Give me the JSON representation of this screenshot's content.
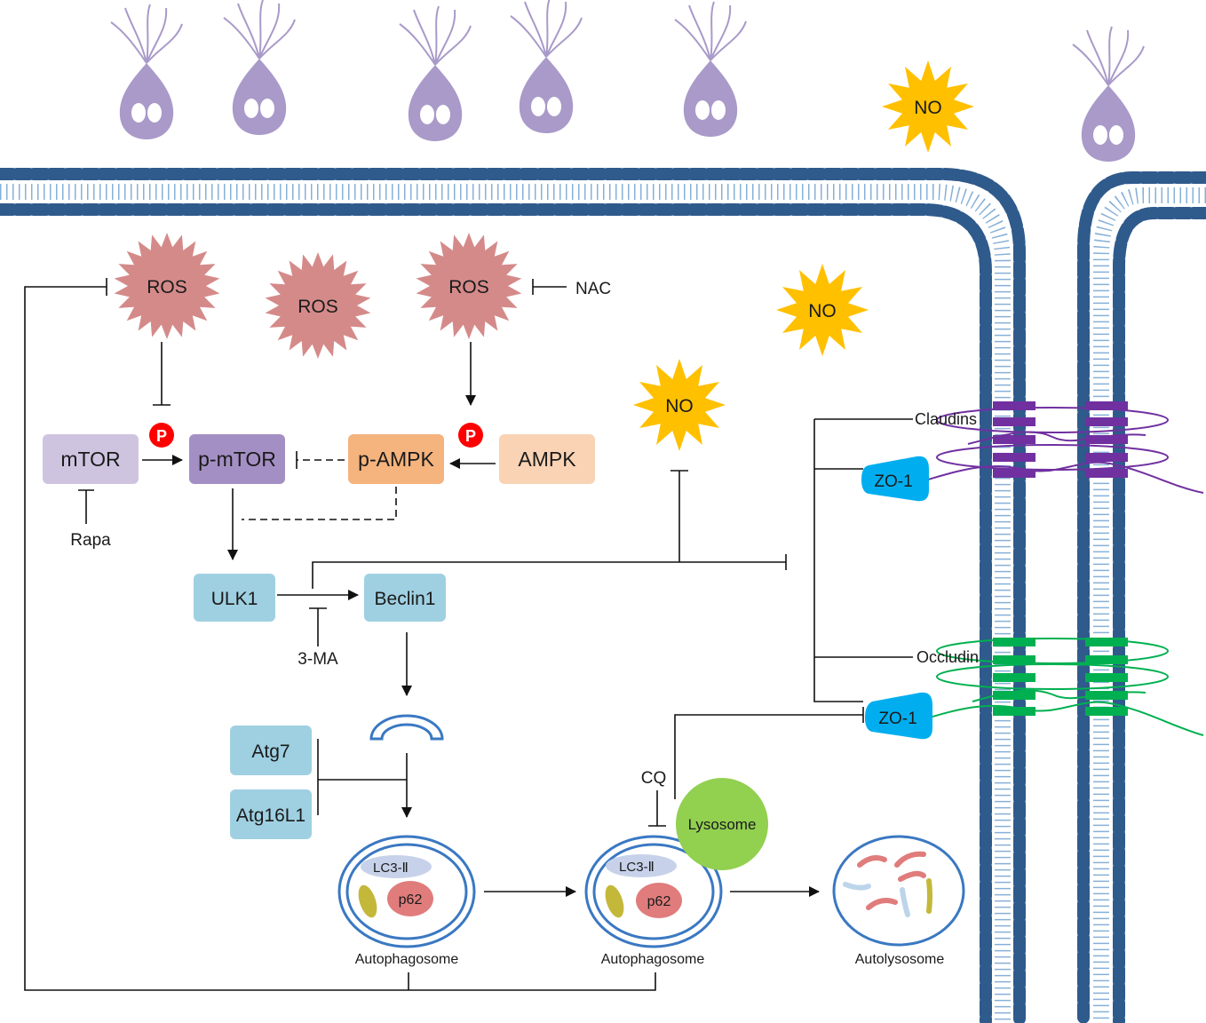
{
  "colors": {
    "membrane": "#2f5a8c",
    "parasite": "#a99ac9",
    "ros": "#d58a8a",
    "no": "#ffc000",
    "mtor": "#cfc4e0",
    "pmtor": "#a48fc4",
    "pampk": "#f5b37d",
    "ampk": "#f9d3b4",
    "protein_box": "#9fd0e2",
    "zo1": "#00aeef",
    "claudin": "#7030a0",
    "occludin": "#00b050",
    "lysosome": "#92d050",
    "phospho": "#ff0000"
  },
  "stimuli": {
    "ros_1": "ROS",
    "ros_2": "ROS",
    "ros_3": "ROS",
    "no_top": "NO",
    "no_mid": "NO",
    "no_pathway": "NO",
    "phospho_1": "P",
    "phospho_2": "P"
  },
  "nodes": {
    "mtor": "mTOR",
    "p_mtor": "p-mTOR",
    "p_ampk": "p-AMPK",
    "ampk": "AMPK",
    "ulk1": "ULK1",
    "beclin1": "Beclin1",
    "atg7": "Atg7",
    "atg16l1": "Atg16L1",
    "zo1_top": "ZO-1",
    "zo1_bottom": "ZO-1",
    "lysosome": "Lysosome",
    "lc3_1": "LC3-Ⅱ",
    "p62_1": "p62",
    "lc3_2": "LC3-Ⅱ",
    "p62_2": "p62"
  },
  "labels": {
    "nac": "NAC",
    "rapa": "Rapa",
    "three_ma": "3-MA",
    "cq": "CQ",
    "claudins": "Claudins",
    "occludin": "Occludin",
    "autophagosome_1": "Autophagosome",
    "autophagosome_2": "Autophagosome",
    "autolysosome": "Autolysosome"
  },
  "icons": [
    "parasite-icon",
    "membrane-bilayer",
    "ros-burst-icon",
    "no-burst-icon",
    "phagophore-icon",
    "autophagosome-icon",
    "autolysosome-icon",
    "lysosome-icon",
    "tight-junction-strand"
  ]
}
